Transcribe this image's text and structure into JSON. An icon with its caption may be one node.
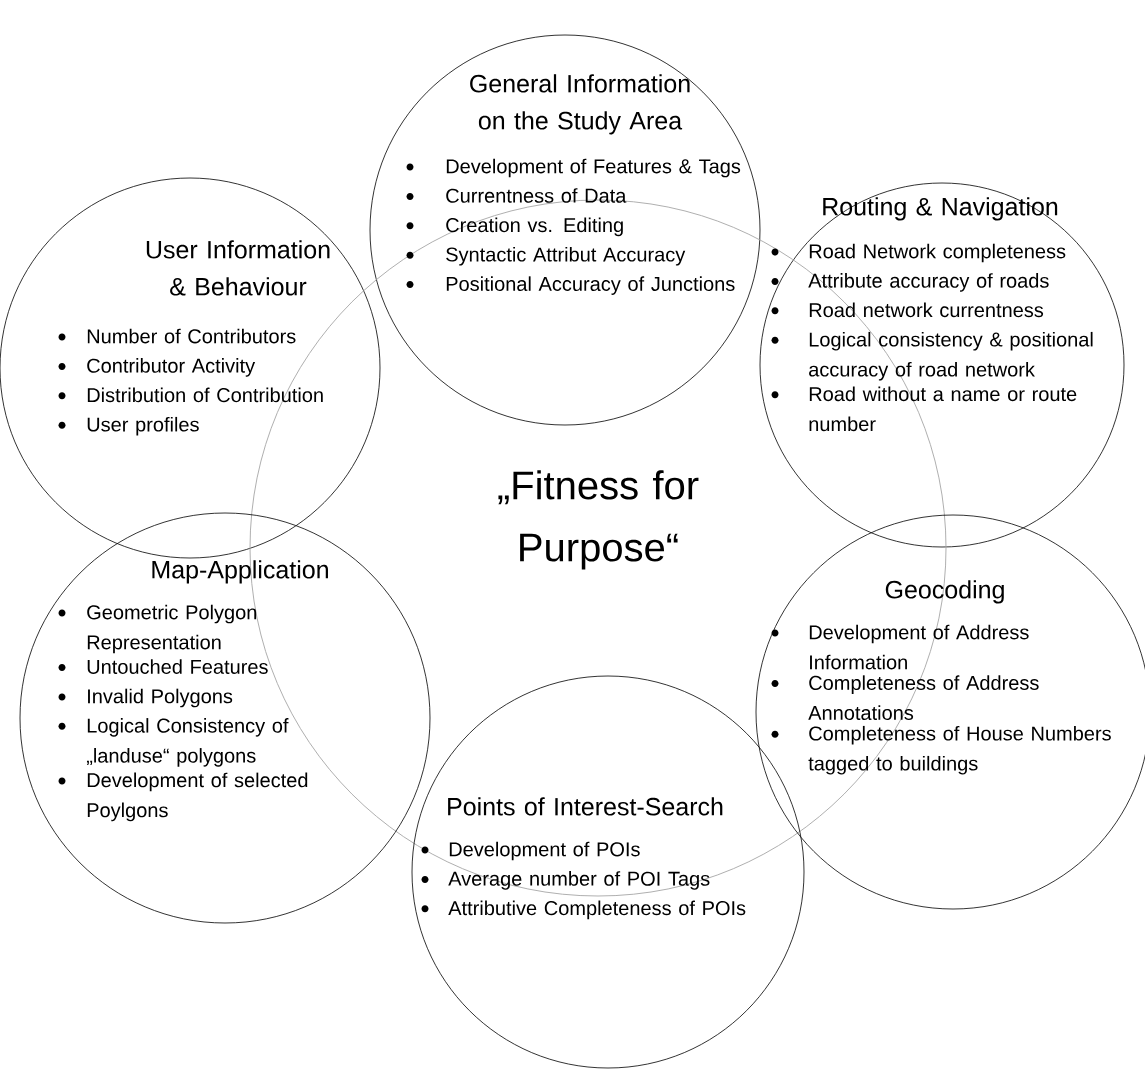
{
  "diagram": {
    "nodes": [
      {
        "text": [
          "General Information on the Study Area",
          "Development of Features & Tags",
          "Currentness of Data",
          "Creation vs. Editing",
          "Syntactic Attribut Accuracy",
          "Positional Accuracy of Junctions"
        ]
      },
      {
        "text": [
          "User Information & Behaviour",
          "Number of Contributors",
          "Contributor Activity",
          "Distribution of Contribution",
          "User profiles"
        ]
      },
      {
        "text": [
          "Routing & Navigation",
          "Road Network completeness",
          "Attribute accuracy of roads",
          "Road network currentness",
          "Logical consistency & positional accuracy of road network",
          "Road without a name or route number"
        ]
      },
      {
        "text": [
          "„Fitness for Purpose“"
        ]
      },
      {
        "text": [
          "Map-Application",
          "Geometric Polygon Representation",
          "Untouched Features",
          "Invalid Polygons",
          "Logical Consistency of „landuse“ polygons",
          "Development of selected Poylgons"
        ]
      },
      {
        "text": [
          "Geocoding",
          "Development of Address Information",
          "Completeness of Address Annotations",
          "Completeness of House Numbers tagged to buildings"
        ]
      },
      {
        "text": [
          "Points of Interest-Search",
          "Development of POIs",
          "Average number of POI Tags",
          "Attributive Completeness of POIs"
        ]
      }
    ]
  }
}
